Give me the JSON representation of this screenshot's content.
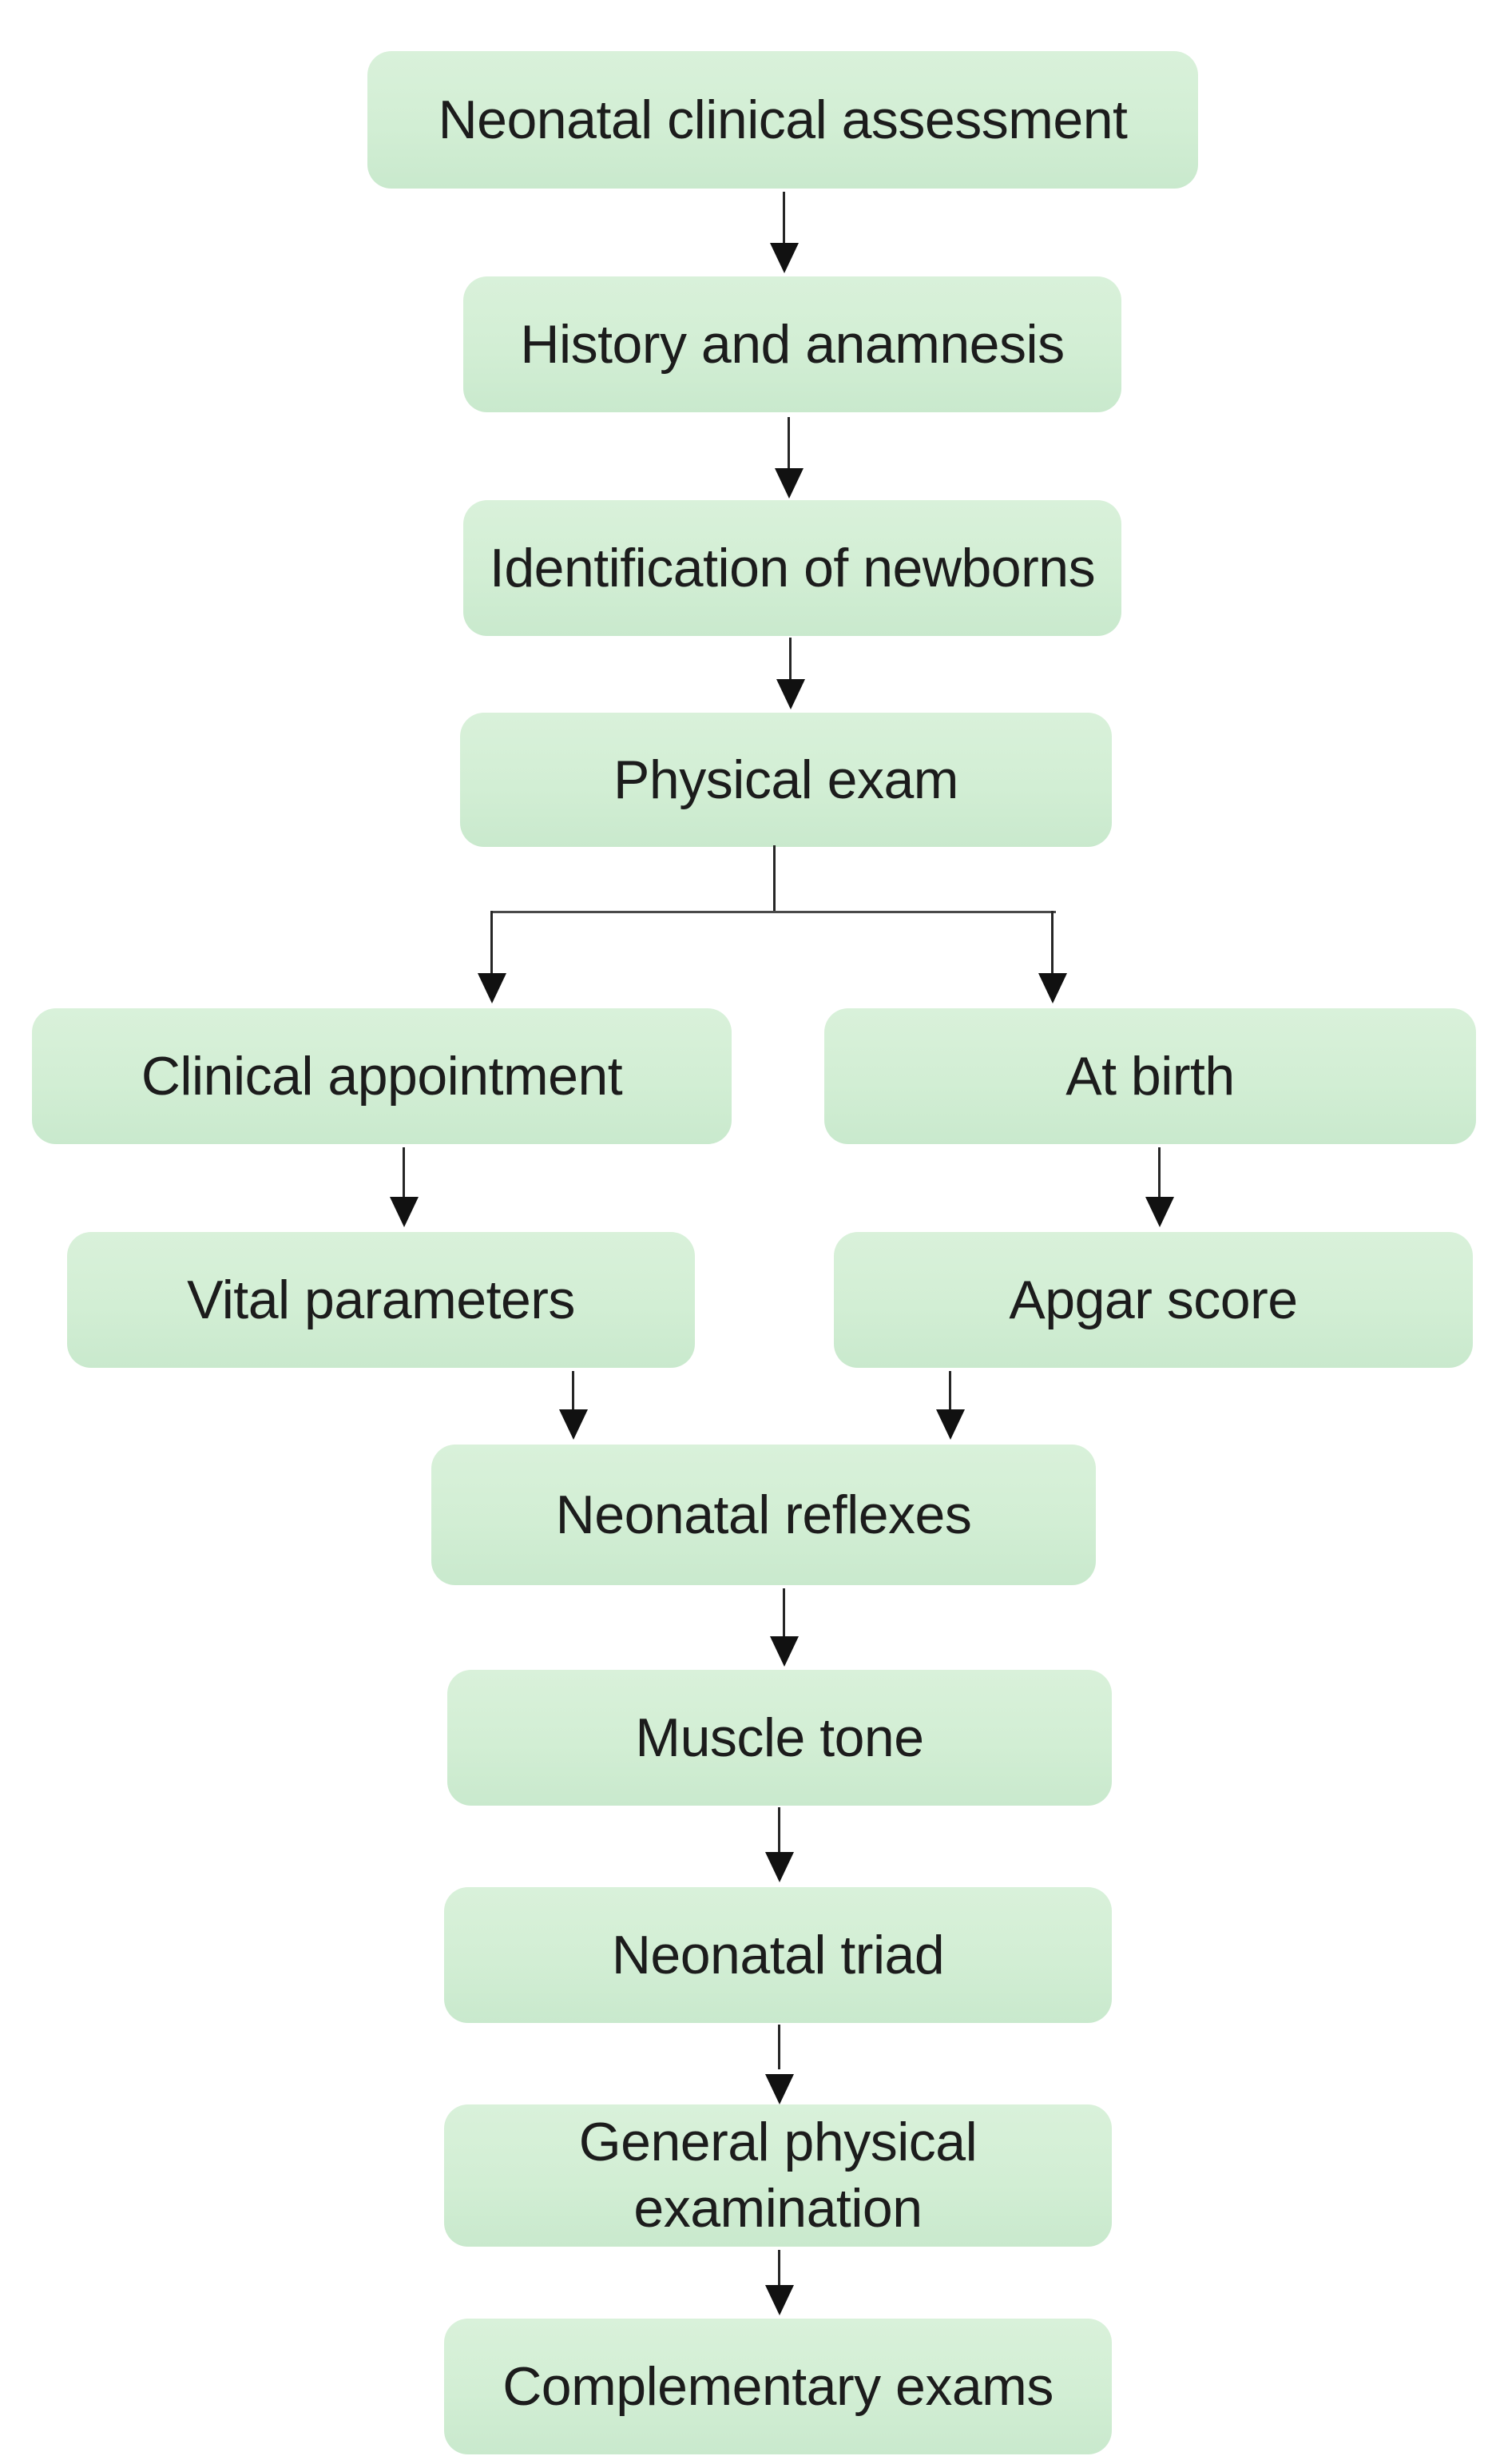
{
  "diagram": {
    "type": "flowchart",
    "background_color": "#ffffff",
    "node_fill_color": "#d2eed4",
    "node_text_color": "#1c1c1c",
    "connector_color": "#262626",
    "nodes": [
      {
        "id": "neonatal-clinical-assessment",
        "label": "Neonatal clinical assessment"
      },
      {
        "id": "history-and-anamnesis",
        "label": "History and anamnesis"
      },
      {
        "id": "identification-of-newborns",
        "label": "Identification of newborns"
      },
      {
        "id": "physical-exam",
        "label": "Physical exam"
      },
      {
        "id": "clinical-appointment",
        "label": "Clinical appointment"
      },
      {
        "id": "at-birth",
        "label": "At birth"
      },
      {
        "id": "vital-parameters",
        "label": "Vital parameters"
      },
      {
        "id": "apgar-score",
        "label": "Apgar score"
      },
      {
        "id": "neonatal-reflexes",
        "label": "Neonatal reflexes"
      },
      {
        "id": "muscle-tone",
        "label": "Muscle tone"
      },
      {
        "id": "neonatal-triad",
        "label": "Neonatal triad"
      },
      {
        "id": "general-physical-examination",
        "label": "General physical examination"
      },
      {
        "id": "complementary-exams",
        "label": "Complementary exams"
      }
    ],
    "edges": [
      {
        "from": "neonatal-clinical-assessment",
        "to": "history-and-anamnesis"
      },
      {
        "from": "history-and-anamnesis",
        "to": "identification-of-newborns"
      },
      {
        "from": "identification-of-newborns",
        "to": "physical-exam"
      },
      {
        "from": "physical-exam",
        "to": "clinical-appointment"
      },
      {
        "from": "physical-exam",
        "to": "at-birth"
      },
      {
        "from": "clinical-appointment",
        "to": "vital-parameters"
      },
      {
        "from": "at-birth",
        "to": "apgar-score"
      },
      {
        "from": "vital-parameters",
        "to": "neonatal-reflexes"
      },
      {
        "from": "apgar-score",
        "to": "neonatal-reflexes"
      },
      {
        "from": "neonatal-reflexes",
        "to": "muscle-tone"
      },
      {
        "from": "muscle-tone",
        "to": "neonatal-triad"
      },
      {
        "from": "neonatal-triad",
        "to": "general-physical-examination"
      },
      {
        "from": "general-physical-examination",
        "to": "complementary-exams"
      }
    ]
  }
}
